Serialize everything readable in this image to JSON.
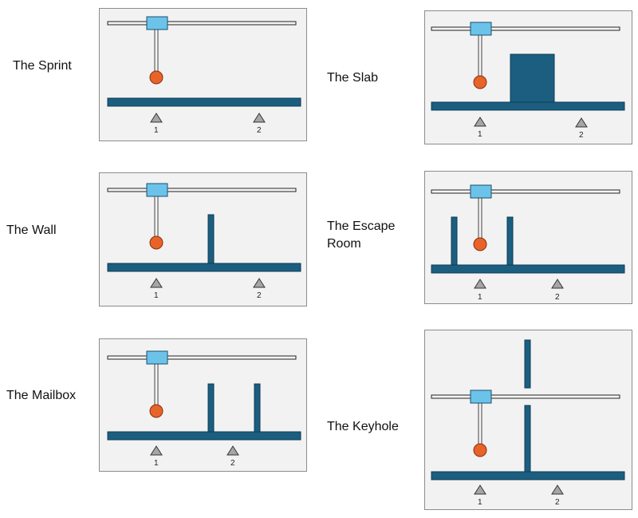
{
  "colors": {
    "panel_bg": "#f2f2f2",
    "panel_border": "#8c8c8c",
    "beam": "#1b5e80",
    "beam_stroke": "#0e3c54",
    "rail_fill": "#f4f4f4",
    "rail_stroke": "#222222",
    "carriage_fill": "#6cc3ea",
    "carriage_stroke": "#1a4f6e",
    "rod": "#444444",
    "ball": "#e8632a",
    "ball_stroke": "#8a2e0a",
    "marker_fill": "#a6a6a6",
    "marker_stroke": "#333333"
  },
  "icons": {
    "carriage": "carriage-icon",
    "pendulum": "pendulum-ball-icon",
    "marker": "triangle-marker-icon"
  },
  "scenarios": [
    {
      "id": "sprint",
      "label": "The Sprint",
      "marker_1": "1",
      "marker_2": "2"
    },
    {
      "id": "slab",
      "label": "The Slab",
      "marker_1": "1",
      "marker_2": "2"
    },
    {
      "id": "wall",
      "label": "The Wall",
      "marker_1": "1",
      "marker_2": "2"
    },
    {
      "id": "escape-room",
      "label": "The Escape\nRoom",
      "marker_1": "1",
      "marker_2": "2"
    },
    {
      "id": "mailbox",
      "label": "The Mailbox",
      "marker_1": "1",
      "marker_2": "2"
    },
    {
      "id": "keyhole",
      "label": "The Keyhole",
      "marker_1": "1",
      "marker_2": "2"
    }
  ]
}
